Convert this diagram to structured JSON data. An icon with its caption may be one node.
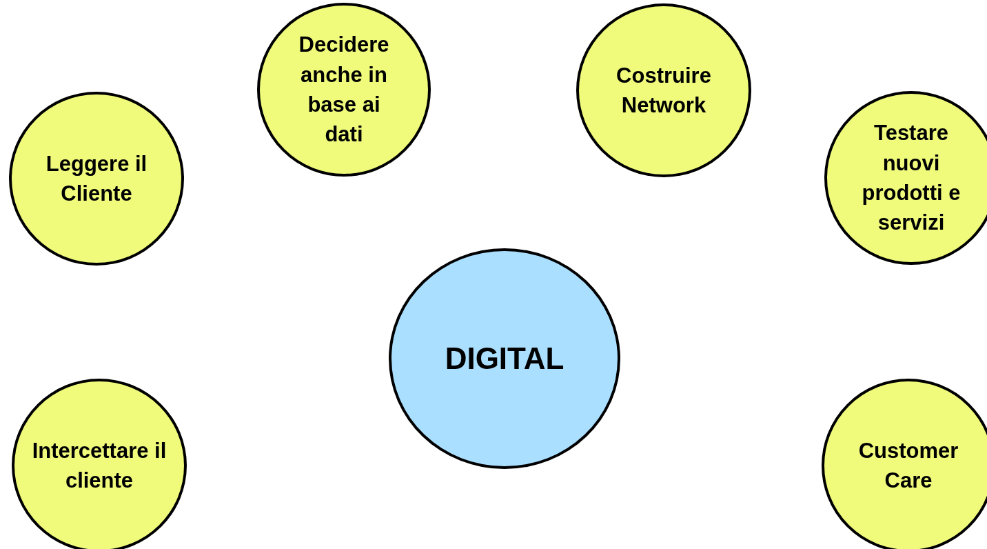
{
  "diagram": {
    "nodes": [
      {
        "text": [
          "Decidere anche in base ai dati"
        ]
      },
      {
        "text": [
          "Costruire Network"
        ]
      },
      {
        "text": [
          "Leggere il Cliente"
        ]
      },
      {
        "text": [
          "Testare nuovi prodotti e servizi"
        ]
      },
      {
        "text": [
          "DIGITAL"
        ]
      },
      {
        "text": [
          "Intercettare il cliente"
        ]
      },
      {
        "text": [
          "Customer Care"
        ]
      }
    ]
  }
}
